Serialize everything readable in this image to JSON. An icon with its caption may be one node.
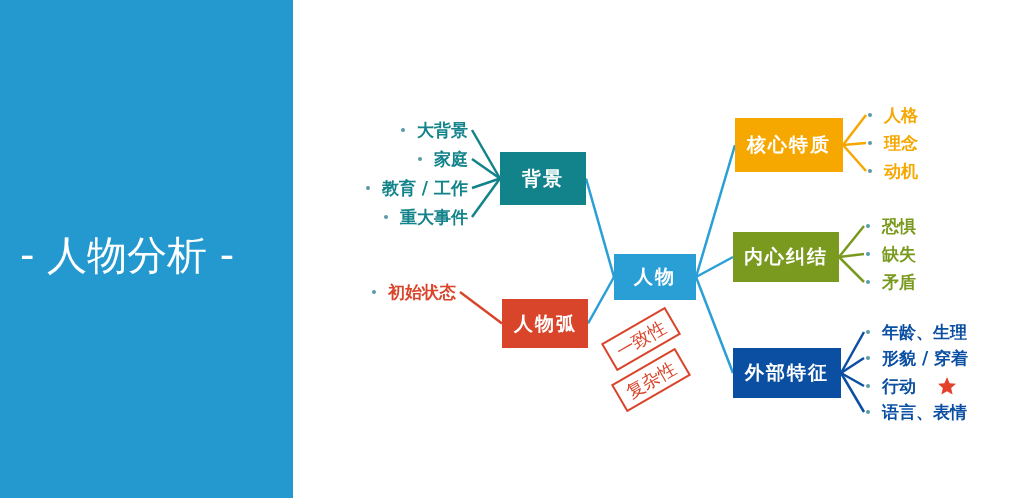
{
  "diagram": {
    "title": "- 人物分析 -",
    "nodes": [
      {
        "text": [
          "人物"
        ]
      },
      {
        "text": [
          "背景"
        ]
      },
      {
        "text": [
          "大背景"
        ]
      },
      {
        "text": [
          "家庭"
        ]
      },
      {
        "text": [
          "教育 / 工作"
        ]
      },
      {
        "text": [
          "重大事件"
        ]
      },
      {
        "text": [
          "人物弧"
        ]
      },
      {
        "text": [
          "初始状态"
        ]
      },
      {
        "text": [
          "核心特质"
        ]
      },
      {
        "text": [
          "人格"
        ]
      },
      {
        "text": [
          "理念"
        ]
      },
      {
        "text": [
          "动机"
        ]
      },
      {
        "text": [
          "内心纠结"
        ]
      },
      {
        "text": [
          "恐惧"
        ]
      },
      {
        "text": [
          "缺失"
        ]
      },
      {
        "text": [
          "矛盾"
        ]
      },
      {
        "text": [
          "外部特征"
        ]
      },
      {
        "text": [
          "年龄、生理"
        ]
      },
      {
        "text": [
          "形貌 / 穿着"
        ]
      },
      {
        "text": [
          "行动"
        ]
      },
      {
        "text": [
          "语言、表情"
        ]
      }
    ],
    "edges": [
      {
        "from": 1,
        "to": 0,
        "arrow": "none",
        "color": "#2a9fd6"
      },
      {
        "from": 6,
        "to": 0,
        "arrow": "none",
        "color": "#2a9fd6"
      },
      {
        "from": 0,
        "to": 8,
        "arrow": "none",
        "color": "#2a9fd6"
      },
      {
        "from": 0,
        "to": 12,
        "arrow": "none",
        "color": "#2a9fd6"
      },
      {
        "from": 0,
        "to": 16,
        "arrow": "none",
        "color": "#2a9fd6"
      },
      {
        "from": 1,
        "to": 2,
        "arrow": "none",
        "color": "#12838a"
      },
      {
        "from": 1,
        "to": 3,
        "arrow": "none",
        "color": "#12838a"
      },
      {
        "from": 1,
        "to": 4,
        "arrow": "none",
        "color": "#12838a"
      },
      {
        "from": 1,
        "to": 5,
        "arrow": "none",
        "color": "#12838a"
      },
      {
        "from": 6,
        "to": 7,
        "arrow": "none",
        "color": "#d9452b"
      },
      {
        "from": 8,
        "to": 9,
        "arrow": "none",
        "color": "#f6a800"
      },
      {
        "from": 8,
        "to": 10,
        "arrow": "none",
        "color": "#f6a800"
      },
      {
        "from": 8,
        "to": 11,
        "arrow": "none",
        "color": "#f6a800"
      },
      {
        "from": 12,
        "to": 13,
        "arrow": "none",
        "color": "#7a9a1f"
      },
      {
        "from": 12,
        "to": 14,
        "arrow": "none",
        "color": "#7a9a1f"
      },
      {
        "from": 12,
        "to": 15,
        "arrow": "none",
        "color": "#7a9a1f"
      },
      {
        "from": 16,
        "to": 17,
        "arrow": "none",
        "color": "#0b4fa3"
      },
      {
        "from": 16,
        "to": 18,
        "arrow": "none",
        "color": "#0b4fa3"
      },
      {
        "from": 16,
        "to": 19,
        "arrow": "none",
        "color": "#0b4fa3"
      },
      {
        "from": 16,
        "to": 20,
        "arrow": "none",
        "color": "#0b4fa3"
      }
    ],
    "labels": [
      "一致性",
      "复杂性"
    ]
  }
}
